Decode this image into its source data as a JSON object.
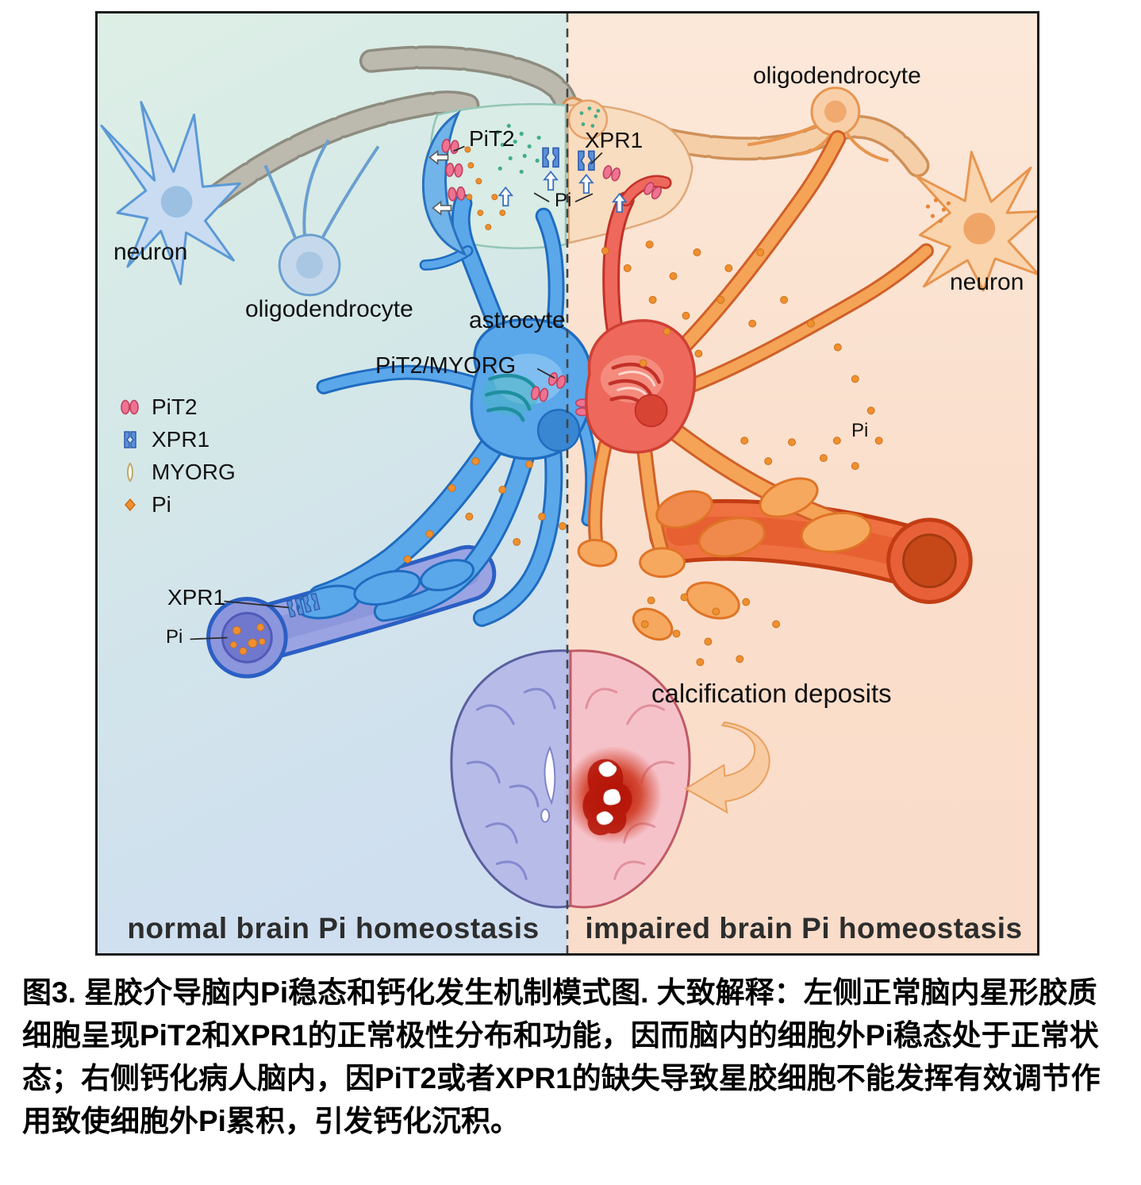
{
  "figure": {
    "panel_labels": {
      "left": "normal brain Pi homeostasis",
      "right": "impaired brain Pi homeostasis"
    },
    "labels": {
      "pit2_synapse": "PiT2",
      "xpr1_synapse": "XPR1",
      "pi_synapse": "Pi",
      "neuron_left": "neuron",
      "oligodendrocyte_left": "oligodendrocyte",
      "astrocyte": "astrocyte",
      "pit2_myorg": "PiT2/MYORG",
      "xpr1_vessel": "XPR1",
      "pi_vessel": "Pi",
      "oligodendrocyte_right": "oligodendrocyte",
      "neuron_right": "neuron",
      "pi_extracellular": "Pi",
      "calcification": "calcification deposits"
    },
    "legend": {
      "items": [
        {
          "label": "PiT2"
        },
        {
          "label": "XPR1"
        },
        {
          "label": "MYORG"
        },
        {
          "label": "Pi"
        }
      ]
    },
    "colors": {
      "left_background": "#d8e9e6",
      "right_background": "#fbe2d2",
      "astrocyte_normal": "#5aa7ea",
      "astrocyte_impaired": "#ee685c",
      "process_impaired": "#f5a356",
      "pi_dot": "#ef8f2e",
      "pit2": "#ee7390",
      "xpr1": "#5b8fd8",
      "myorg": "#fff8e8",
      "vessel_normal": "#98a2e2",
      "vessel_impaired": "#ef7040",
      "calcification_red": "#c0190e"
    }
  },
  "caption": {
    "text": "图3. 星胶介导脑内Pi稳态和钙化发生机制模式图. 大致解释：左侧正常脑内星形胶质细胞呈现PiT2和XPR1的正常极性分布和功能，因而脑内的细胞外Pi稳态处于正常状态；右侧钙化病人脑内，因PiT2或者XPR1的缺失导致星胶细胞不能发挥有效调节作用致使细胞外Pi累积，引发钙化沉积。"
  }
}
